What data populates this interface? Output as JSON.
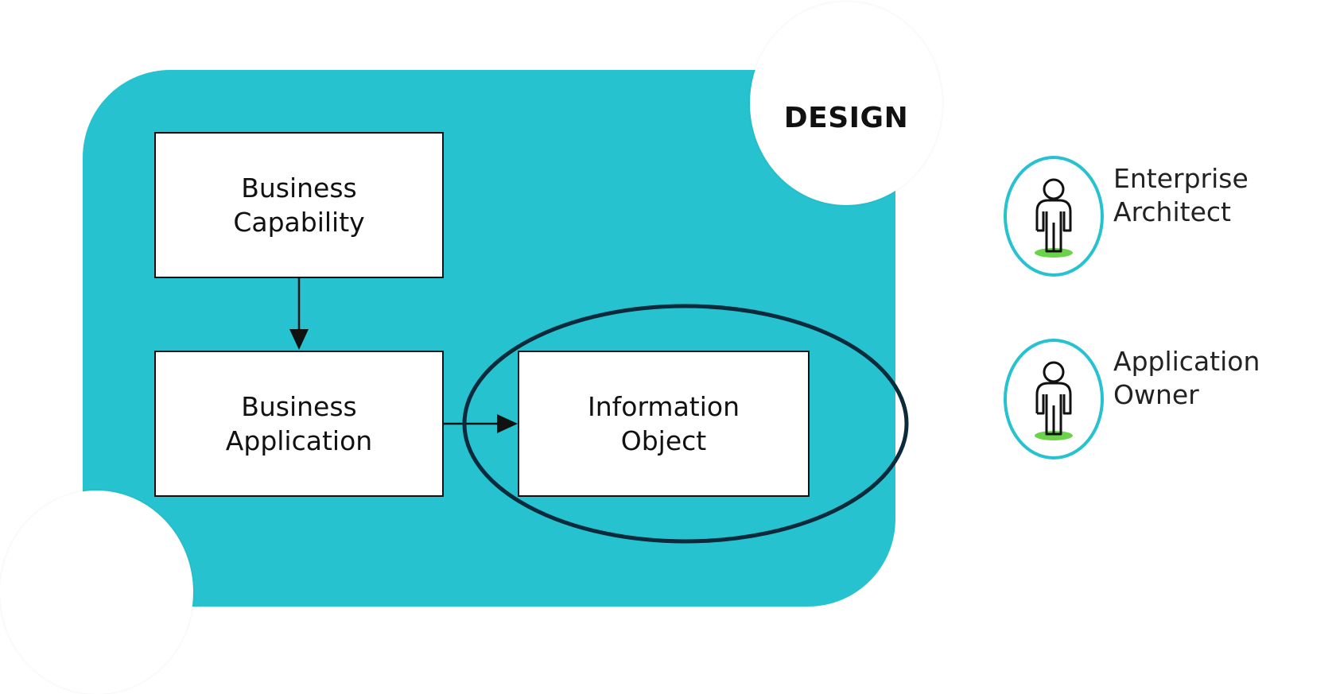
{
  "phase": {
    "label": "DESIGN"
  },
  "nodes": {
    "business_capability": "Business\nCapability",
    "business_application": "Business\nApplication",
    "information_object": "Information\nObject"
  },
  "roles": [
    {
      "label": "Enterprise\nArchitect",
      "icon": "person-icon"
    },
    {
      "label": "Application\nOwner",
      "icon": "person-icon"
    }
  ],
  "colors": {
    "panel": "#26c2cf",
    "highlight_ring": "#0b2a3c",
    "role_ring": "#26c2cf",
    "person_base": "#6ad34a"
  }
}
